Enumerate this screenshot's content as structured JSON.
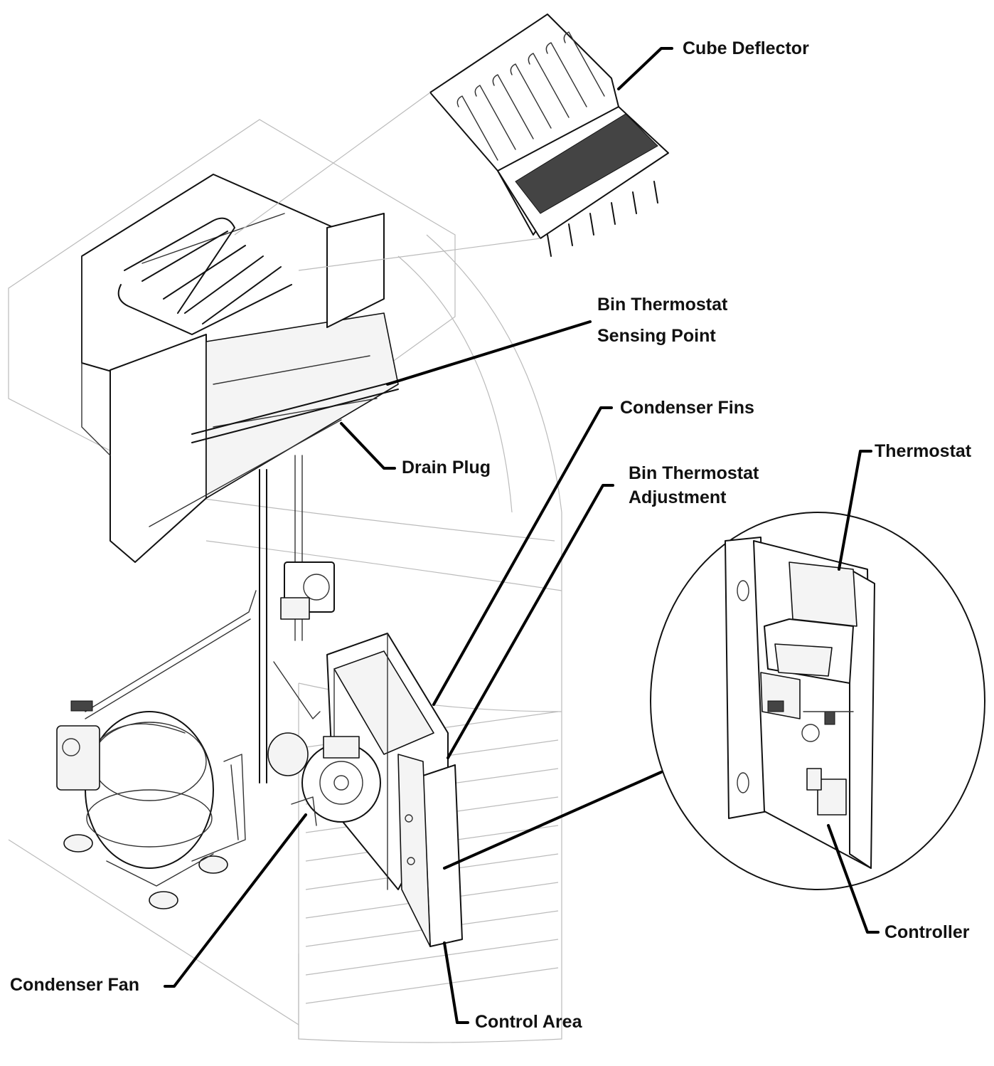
{
  "labels": {
    "cube_deflector": "Cube Deflector",
    "bin_thermostat_sensing_line1": "Bin Thermostat",
    "bin_thermostat_sensing_line2": "Sensing Point",
    "condenser_fins": "Condenser Fins",
    "drain_plug": "Drain Plug",
    "thermostat": "Thermostat",
    "bin_thermostat_adjustment_line1": "Bin Thermostat",
    "bin_thermostat_adjustment_line2": "Adjustment",
    "controller": "Controller",
    "condenser_fan": "Condenser Fan",
    "control_area": "Control Area"
  },
  "colors": {
    "line": "#111111",
    "light_line": "#bbbbbb",
    "background": "#ffffff"
  }
}
